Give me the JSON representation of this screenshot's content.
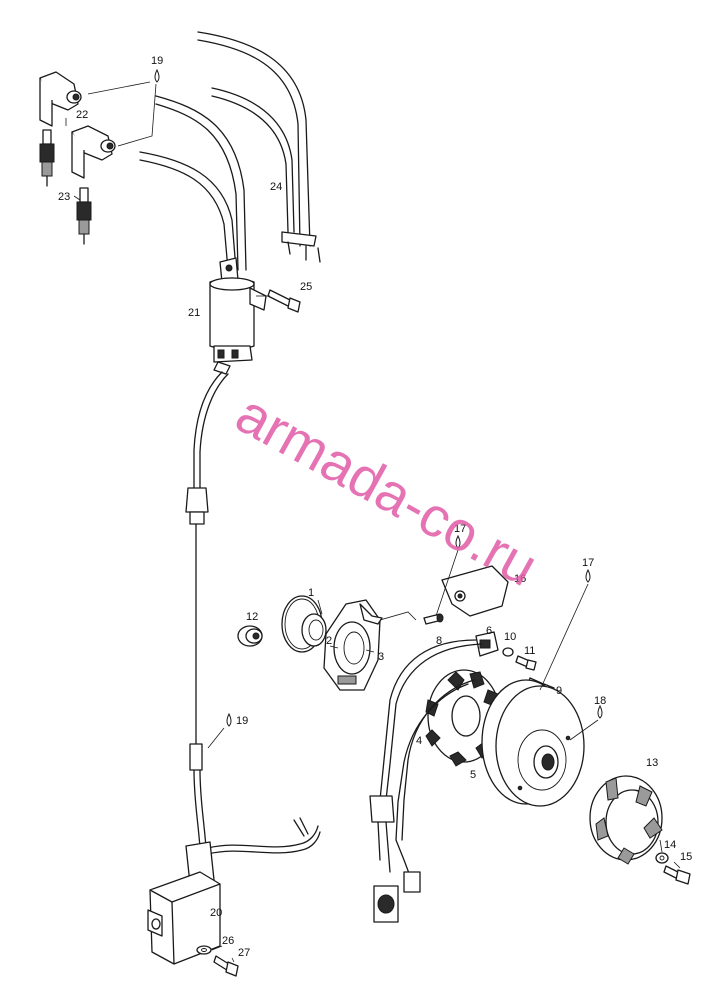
{
  "callouts": {
    "c1": "1",
    "c2": "2",
    "c3": "3",
    "c4": "4",
    "c5": "5",
    "c6": "6",
    "c8": "8",
    "c9": "9",
    "c10": "10",
    "c11": "11",
    "c12": "12",
    "c13": "13",
    "c14": "14",
    "c15": "15",
    "c16": "16",
    "c17a": "17",
    "c17b": "17",
    "c18": "18",
    "c19a": "19",
    "c19b": "19",
    "c20": "20",
    "c21": "21",
    "c22": "22",
    "c23": "23",
    "c24": "24",
    "c25": "25",
    "c26": "26",
    "c27": "27"
  },
  "watermark": "armada-co.ru",
  "colors": {
    "line": "#1a1a1a",
    "watermark": "#e05aa6"
  }
}
